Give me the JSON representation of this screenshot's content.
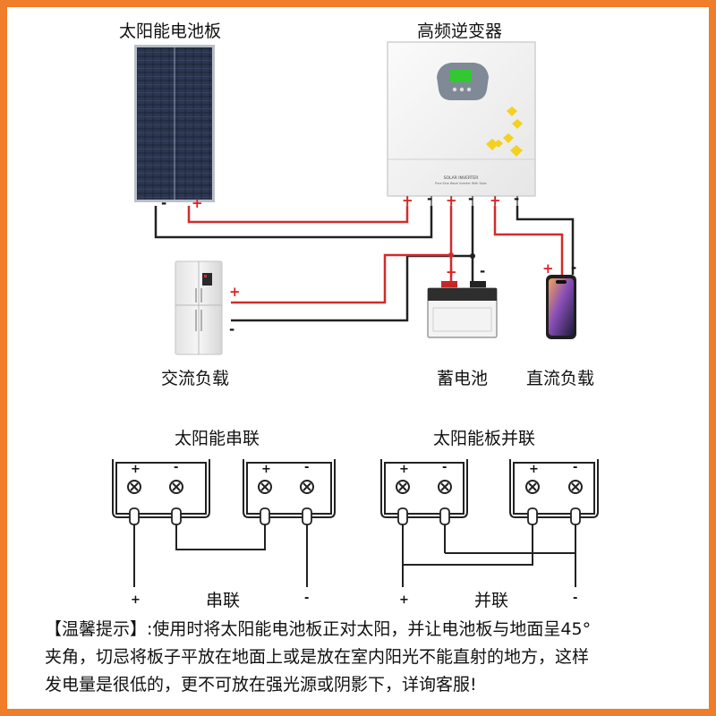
{
  "labels": {
    "solar_panel": "太阳能电池板",
    "inverter": "高频逆变器",
    "ac_load": "交流负载",
    "battery": "蓄电池",
    "dc_load": "直流负载",
    "series_title": "太阳能串联",
    "parallel_title": "太阳能板并联",
    "series_caption": "串联",
    "parallel_caption": "并联"
  },
  "inverter_panel": {
    "brand": "SOLAR INVERTER",
    "subtitle": "Pure Sine Wave Inverter With Solar"
  },
  "signs": {
    "plus": "+",
    "minus": "-"
  },
  "tip": {
    "prefix": "【温馨提示】",
    "line1": ":使用时将太阳能电池板正对太阳，并让电池板与地面呈45°",
    "line2": "夹角，切忌将板子平放在地面上或是放在室内阳光不能直射的地方，这样",
    "line3": "发电量是很低的，更不可放在强光源或阴影下，详询客服!"
  },
  "colors": {
    "frame": "#f07d2a",
    "positive_wire": "#d42a2a",
    "negative_wire": "#222222",
    "panel_cell": "#20283a",
    "inverter_display": "#7f8a96",
    "inverter_accent": "#f2d21e"
  }
}
